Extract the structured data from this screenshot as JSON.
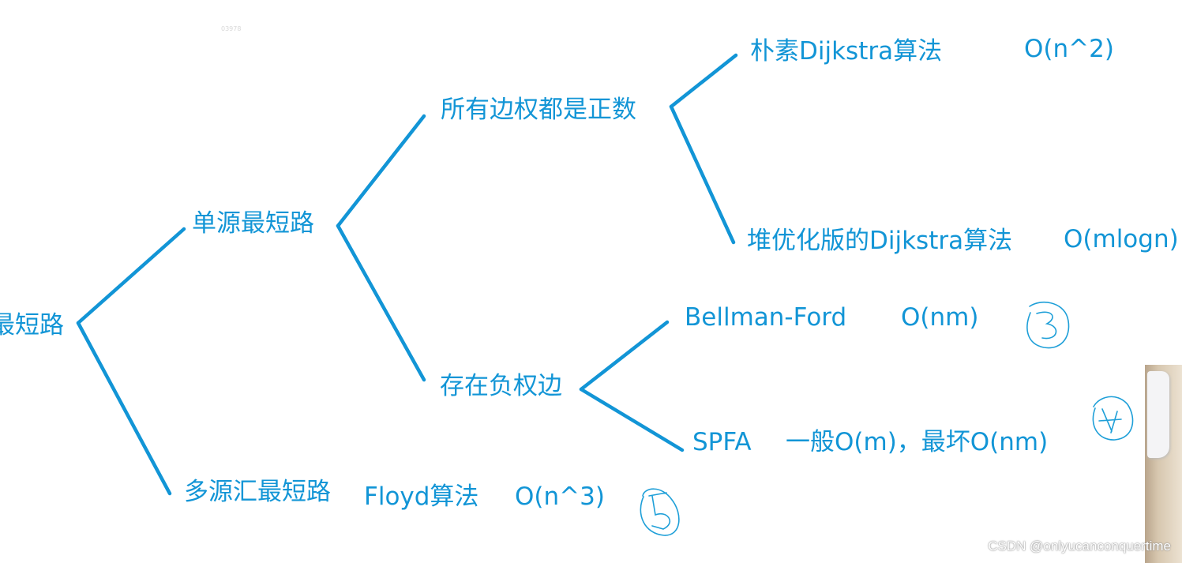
{
  "colors": {
    "accent": "#1295d6",
    "background": "#ffffff"
  },
  "nodes": {
    "root": "最短路",
    "single_source": "单源最短路",
    "multi_source": "多源汇最短路",
    "all_positive": "所有边权都是正数",
    "negative_edges": "存在负权边",
    "naive_dijkstra": "朴素Dijkstra算法",
    "naive_dijkstra_complexity": "O(n^2)",
    "heap_dijkstra": "堆优化版的Dijkstra算法",
    "heap_dijkstra_complexity": "O(mlogn)",
    "bellman_ford": "Bellman-Ford",
    "bellman_ford_complexity": "O(nm)",
    "spfa": "SPFA",
    "spfa_complexity": "一般O(m)，最坏O(nm)",
    "floyd": "Floyd算法",
    "floyd_complexity": "O(n^3)"
  },
  "faint_text": "03978",
  "watermark": "CSDN @onlyucanconquertime"
}
